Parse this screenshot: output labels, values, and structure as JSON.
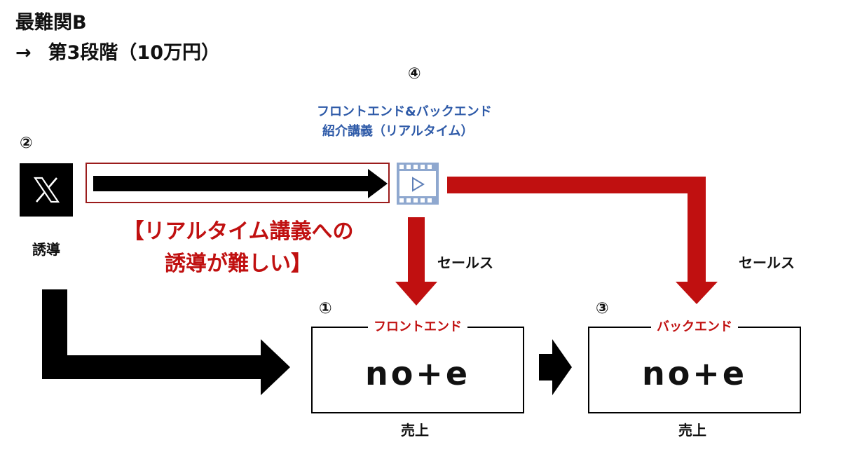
{
  "title": {
    "line1": "最難関B",
    "arrow": "→",
    "line2": "第3段階（10万円）"
  },
  "steps": {
    "x_number": "②",
    "x_label": "誘導",
    "video_number": "④",
    "video_title_line1": "フロントエンド&バックエンド",
    "video_title_line2": "紹介講義（リアルタイム）",
    "front_number": "①",
    "front_tag": "フロントエンド",
    "front_logo": "no+e",
    "front_label": "売上",
    "back_number": "③",
    "back_tag": "バックエンド",
    "back_logo": "no+e",
    "back_label": "売上"
  },
  "warning": {
    "line1": "【リアルタイム講義への",
    "line2": "誘導が難しい】"
  },
  "sales_labels": {
    "left": "セールス",
    "right": "セールス"
  },
  "colors": {
    "red": "#c01010",
    "dark_red_border": "#9b1c1c",
    "blue": "#2e5aa8",
    "video_icon": "#8fa8cf",
    "black": "#000000"
  },
  "icons": {
    "x_logo": "x-logo-icon",
    "video": "video-play-icon"
  }
}
